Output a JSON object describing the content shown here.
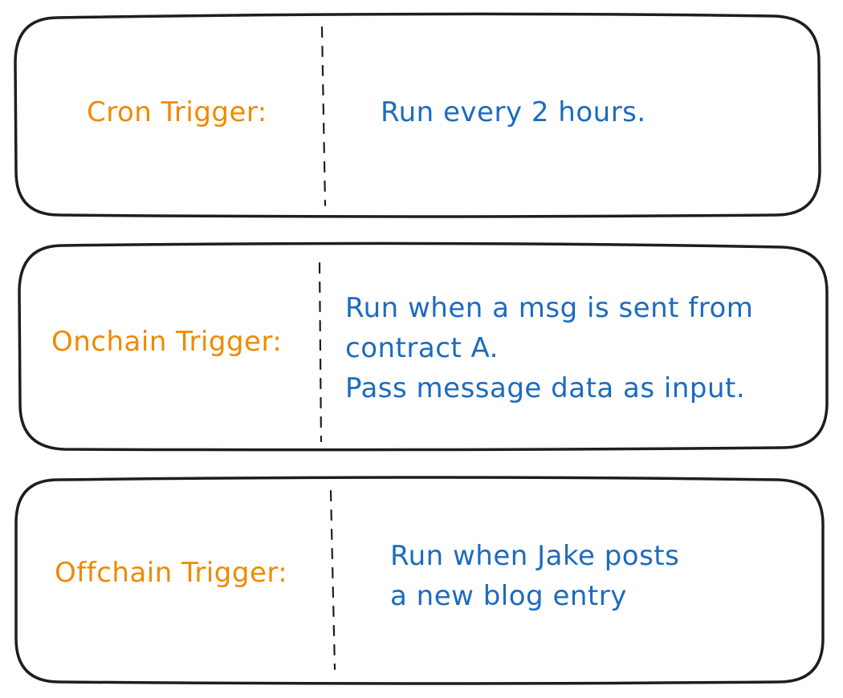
{
  "colors": {
    "trigger": "#ef8a00",
    "description": "#1c6bbf",
    "stroke": "#1e1e1e"
  },
  "panels": [
    {
      "trigger": "Cron Trigger:",
      "description_lines": [
        "Run every 2 hours."
      ]
    },
    {
      "trigger": "Onchain Trigger:",
      "description_lines": [
        "Run when a msg is sent from",
        "contract A.",
        "Pass message data as input."
      ]
    },
    {
      "trigger": "Offchain Trigger:",
      "description_lines": [
        "Run when Jake posts",
        "a new blog entry"
      ]
    }
  ]
}
